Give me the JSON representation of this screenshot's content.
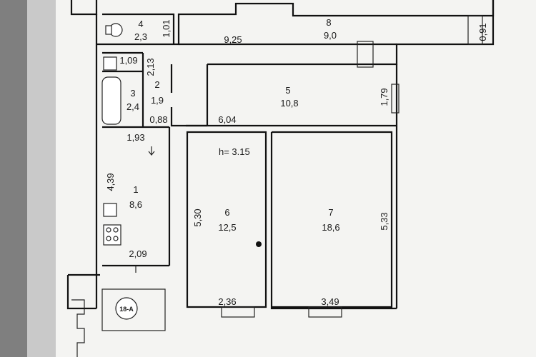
{
  "plan": {
    "height_label": "h= 3.15",
    "stair_mark": "18-A",
    "rooms": [
      {
        "id": "1",
        "number": "1",
        "area": "8,6"
      },
      {
        "id": "2",
        "number": "2",
        "area": "1,9"
      },
      {
        "id": "3",
        "number": "3",
        "area": "2,4"
      },
      {
        "id": "4",
        "number": "4",
        "area": "2,3"
      },
      {
        "id": "5",
        "number": "5",
        "area": "10,8"
      },
      {
        "id": "6",
        "number": "6",
        "area": "12,5"
      },
      {
        "id": "7",
        "number": "7",
        "area": "18,6"
      },
      {
        "id": "8",
        "number": "8",
        "area": "9,0"
      }
    ],
    "dimensions": {
      "d_1_01": "1,01",
      "d_9_25": "9,25",
      "d_0_91": "0,91",
      "d_1_09": "1,09",
      "d_2_13": "2,13",
      "d_0_88": "0,88",
      "d_6_04": "6,04",
      "d_1_79": "1,79",
      "d_1_93": "1,93",
      "d_4_39": "4,39",
      "d_5_30": "5,30",
      "d_5_33": "5,33",
      "d_2_09": "2,09",
      "d_2_36": "2,36",
      "d_3_49": "3,49"
    }
  }
}
